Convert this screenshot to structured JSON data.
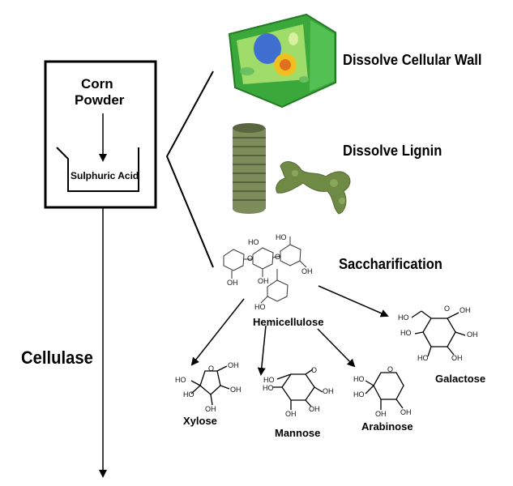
{
  "box": {
    "line1": "Corn",
    "line2": "Powder",
    "acid": "Sulphuric Acid"
  },
  "steps": {
    "cell_wall": "Dissolve Cellular Wall",
    "lignin": "Dissolve Lignin",
    "saccharification": "Saccharification"
  },
  "enzyme": "Cellulase",
  "hemicellulose": "Hemicellulose",
  "sugars": {
    "xylose": "Xylose",
    "mannose": "Mannose",
    "arabinose": "Arabinose",
    "galactose": "Galactose"
  },
  "groups": {
    "oh": "OH",
    "ho": "HO",
    "o": "O"
  },
  "colors": {
    "cell_wall": "#3aa83a",
    "cell_inner": "#9fdc6a",
    "nucleus": "#3f6fd0",
    "chloroplast": "#f0c020",
    "lignin": "#6f8a45",
    "tube": "#7d8c5a"
  }
}
